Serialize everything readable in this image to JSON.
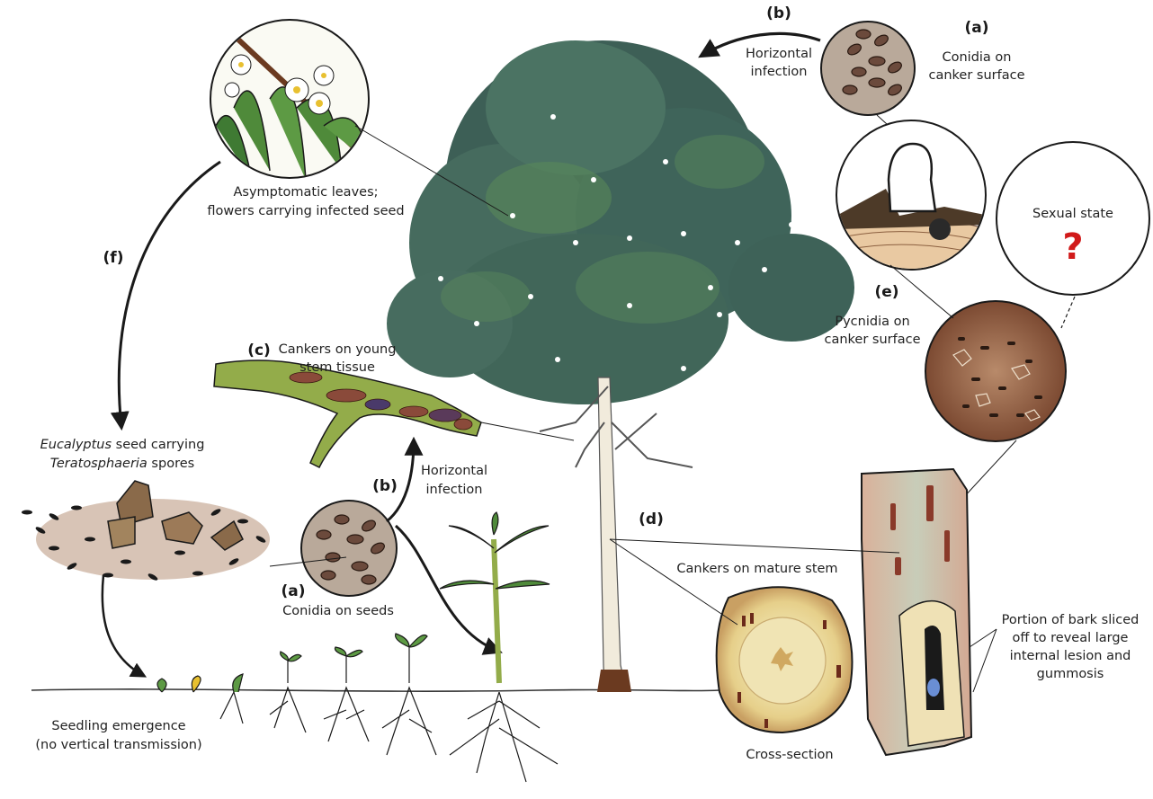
{
  "labels": {
    "a_top_tag": "(a)",
    "a_top_text1": "Conidia on",
    "a_top_text2": "canker surface",
    "b_top_tag": "(b)",
    "b_top_text1": "Horizontal",
    "b_top_text2": "infection",
    "leaves_text1": "Asymptomatic leaves;",
    "leaves_text2": "flowers carrying infected seed",
    "f_tag": "(f)",
    "sexual_state": "Sexual state",
    "question": "?",
    "e_tag": "(e)",
    "e_text1": "Pycnidia on",
    "e_text2": "canker surface",
    "c_tag": "(c)",
    "c_text1": "Cankers on young",
    "c_text2": "stem tissue",
    "seed_text1_italic": "Eucalyptus",
    "seed_text1_rest": " seed carrying",
    "seed_text2_italic": "Teratosphaeria",
    "seed_text2_rest": " spores",
    "b_mid_tag": "(b)",
    "b_mid_text1": "Horizontal",
    "b_mid_text2": "infection",
    "d_tag": "(d)",
    "d_text": "Cankers on mature stem",
    "a_mid_tag": "(a)",
    "a_mid_text": "Conidia on seeds",
    "bark_text1": "Portion of bark sliced",
    "bark_text2": "off to reveal large",
    "bark_text3": "internal lesion and",
    "bark_text4": "gummosis",
    "seedling_text1": "Seedling emergence",
    "seedling_text2": "(no vertical transmission)",
    "cross_section": "Cross-section"
  },
  "colors": {
    "ink": "#1a1a1a",
    "canopy_dark": "#3d5f56",
    "canopy_light": "#5b8a5a",
    "trunk": "#f1ebdc",
    "spore_disc": "#b9a99a",
    "spore": "#6b4a3c",
    "canker_disc": "#9c6a4c",
    "question_red": "#d11a1a",
    "stem_green": "#93ac4a",
    "leaf_green": "#4f8a3a"
  }
}
